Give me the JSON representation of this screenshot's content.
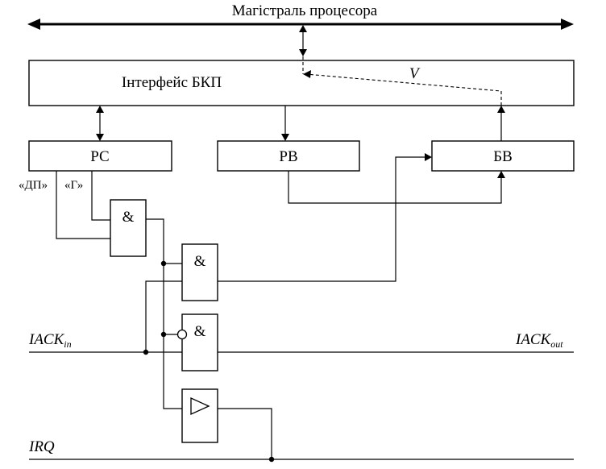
{
  "bus": {
    "label": "Магістраль процесора"
  },
  "interface": {
    "label": "Інтерфейс БКП"
  },
  "signal_v": {
    "label": "V"
  },
  "blocks": {
    "pc": "РС",
    "pb": "РВ",
    "bv": "БВ"
  },
  "flags": {
    "dp": "«ДП»",
    "g": "«Г»"
  },
  "gates": {
    "and1": "&",
    "and2": "&",
    "and3": "&"
  },
  "lines": {
    "iack_in": {
      "main": "IACK",
      "sub": "in"
    },
    "iack_out": {
      "main": "IACK",
      "sub": "out"
    },
    "irq": "IRQ"
  }
}
